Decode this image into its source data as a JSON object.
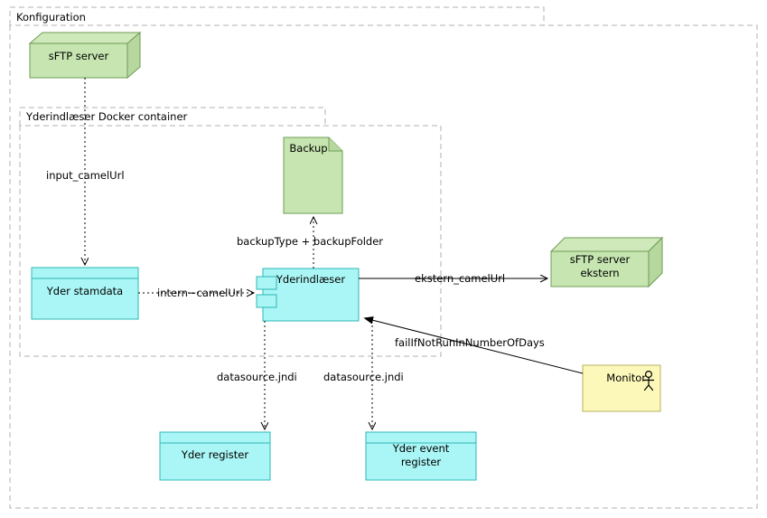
{
  "diagram": {
    "title": "Yderindlæser deployment diagram",
    "type": "uml-deployment-diagram"
  },
  "colors": {
    "node_green_fill": "#c6e5b0",
    "node_green_top": "#cfe9bb",
    "node_green_side": "#b6d89f",
    "node_green_stroke": "#6f9c56",
    "component_cyan_fill": "#aaf5f5",
    "component_cyan_stroke": "#2fb8b8",
    "actor_yellow_fill": "#fbf8ba",
    "actor_yellow_stroke": "#b8b060",
    "frame_stroke": "#b0b0b0",
    "line_stroke": "#000000",
    "canvas_background": "#ffffff"
  },
  "frames": [
    {
      "id": "konfiguration",
      "label": "Konfiguration"
    },
    {
      "id": "docker",
      "label": "Yderindlæser Docker container"
    }
  ],
  "nodes": [
    {
      "id": "sftp-server",
      "label": "sFTP server",
      "shape": "node-3d",
      "fill": "green"
    },
    {
      "id": "backup",
      "label": "Backup",
      "shape": "artifact-document",
      "fill": "green"
    },
    {
      "id": "sftp-server-ekstern",
      "label": "sFTP server\nekstern",
      "line1": "sFTP server",
      "line2": "ekstern",
      "shape": "node-3d",
      "fill": "green"
    },
    {
      "id": "yder-stamdata",
      "label": "Yder stamdata",
      "shape": "database-box",
      "fill": "cyan"
    },
    {
      "id": "yderindlaeser",
      "label": "Yderindlæser",
      "shape": "component",
      "fill": "cyan"
    },
    {
      "id": "yder-register",
      "label": "Yder register",
      "shape": "database-box",
      "fill": "cyan"
    },
    {
      "id": "yder-event-register",
      "label": "Yder event\nregister",
      "line1": "Yder event",
      "line2": "register",
      "shape": "database-box",
      "fill": "cyan"
    },
    {
      "id": "monitor",
      "label": "Monitor",
      "shape": "actor-box",
      "fill": "yellow",
      "icon": "actor-stick-figure"
    }
  ],
  "edges": [
    {
      "id": "input-camelurl",
      "label": "input_camelUrl",
      "from": "sftp-server",
      "to": "yder-stamdata",
      "style": "dashed",
      "arrow": "open"
    },
    {
      "id": "intern-camelurl",
      "label": "intern~camelUrl",
      "from": "yder-stamdata",
      "to": "yderindlaeser",
      "style": "dashed",
      "arrow": "open"
    },
    {
      "id": "backup-type-folder",
      "label": "backupType + backupFolder",
      "from": "yderindlaeser",
      "to": "backup",
      "style": "dashed",
      "arrow": "open"
    },
    {
      "id": "ekstern-camelurl",
      "label": "ekstern_camelUrl",
      "from": "yderindlaeser",
      "to": "sftp-server-ekstern",
      "style": "solid",
      "arrow": "open"
    },
    {
      "id": "failifnotrun",
      "label": "failIfNotRunInNumberOfDays",
      "from": "monitor",
      "to": "yderindlaeser",
      "style": "solid",
      "arrow": "filled"
    },
    {
      "id": "datasource-jndi-1",
      "label": "datasource.jndi",
      "from": "yderindlaeser",
      "to": "yder-register",
      "style": "dashed",
      "arrow": "open"
    },
    {
      "id": "datasource-jndi-2",
      "label": "datasource.jndi",
      "from": "yderindlaeser",
      "to": "yder-event-register",
      "style": "dashed",
      "arrow": "open"
    }
  ]
}
